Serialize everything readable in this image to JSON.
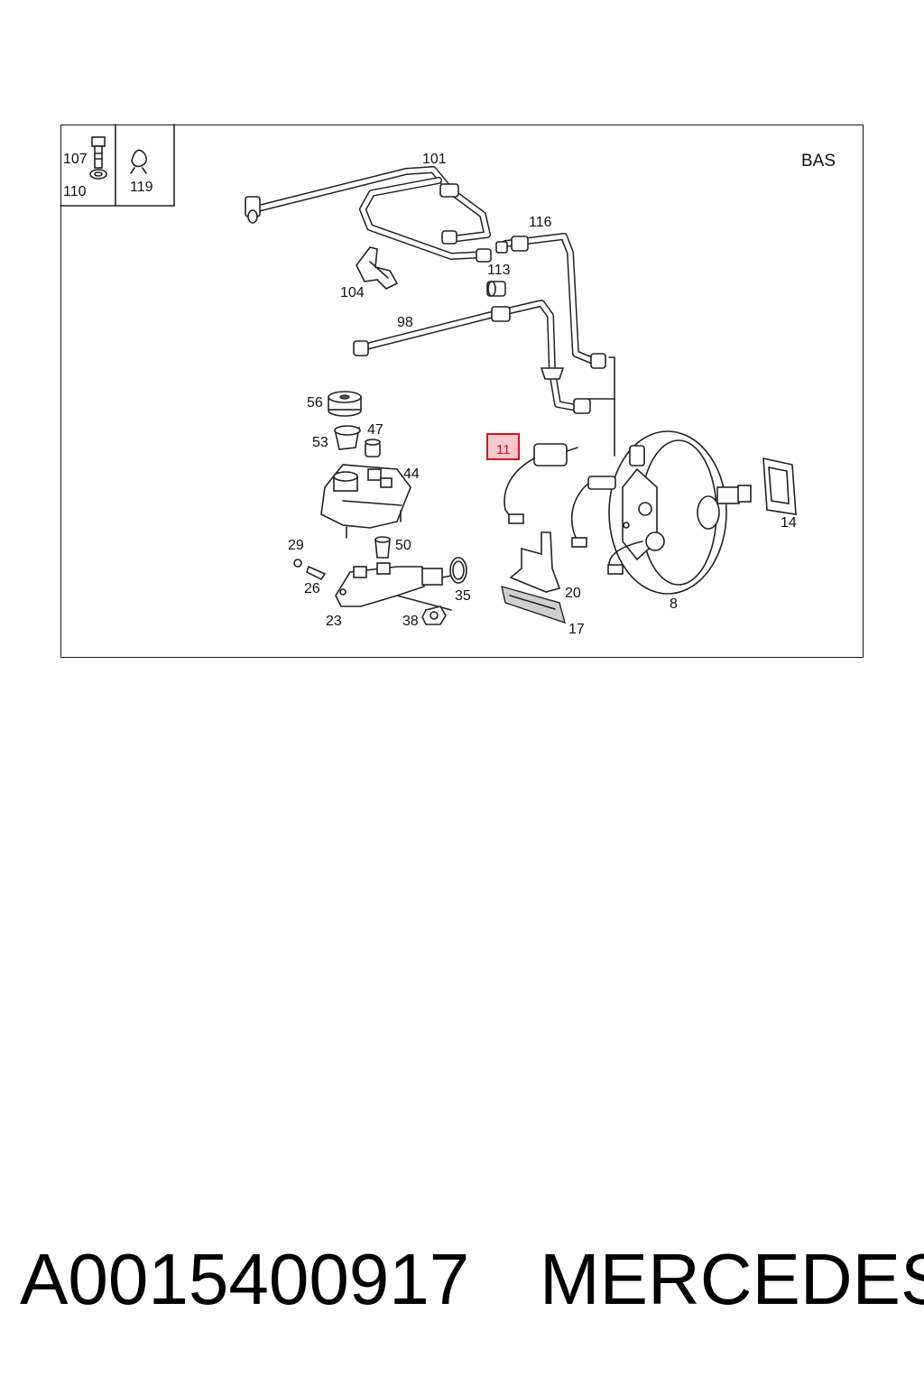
{
  "diagram": {
    "corner_label": "BAS",
    "legend_box_1": {
      "labels": [
        "107",
        "110"
      ]
    },
    "legend_box_2": {
      "labels": [
        "119"
      ]
    },
    "highlighted_label": "11",
    "callouts": [
      "101",
      "116",
      "113",
      "104",
      "98",
      "56",
      "47",
      "53",
      "44",
      "11",
      "29",
      "50",
      "26",
      "35",
      "20",
      "23",
      "38",
      "17",
      "8",
      "14"
    ]
  },
  "footer": {
    "part_number": "A0015400917",
    "brand": "MERCEDES"
  },
  "colors": {
    "highlight_fill": "#f6c9cc",
    "highlight_border": "#d2141e",
    "line": "#222222"
  }
}
